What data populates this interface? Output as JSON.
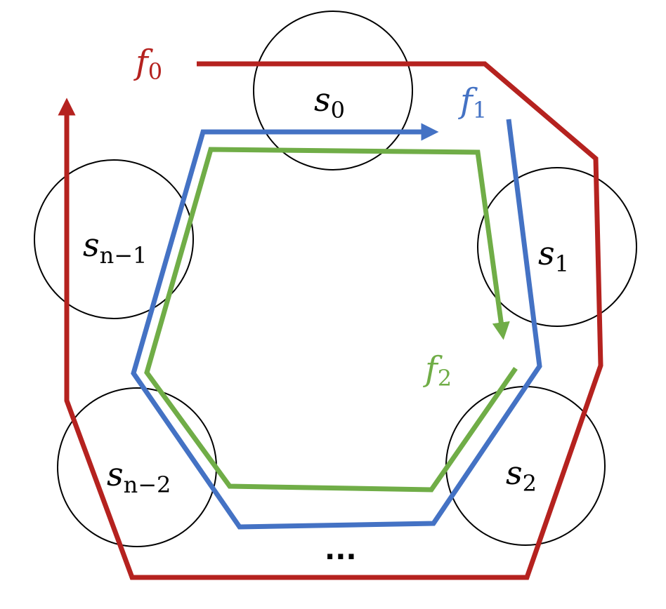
{
  "nodes": [
    {
      "id": "s0",
      "base": "s",
      "sub": "0"
    },
    {
      "id": "s1",
      "base": "s",
      "sub": "1"
    },
    {
      "id": "s2",
      "base": "s",
      "sub": "2"
    },
    {
      "id": "sn-2",
      "base": "s",
      "sub": "n−2"
    },
    {
      "id": "sn-1",
      "base": "s",
      "sub": "n−1"
    }
  ],
  "flows": [
    {
      "id": "f0",
      "base": "f",
      "sub": "0",
      "color": "#b5221f"
    },
    {
      "id": "f1",
      "base": "f",
      "sub": "1",
      "color": "#4472c4"
    },
    {
      "id": "f2",
      "base": "f",
      "sub": "2",
      "color": "#70ad47"
    }
  ],
  "ellipsis": "..."
}
